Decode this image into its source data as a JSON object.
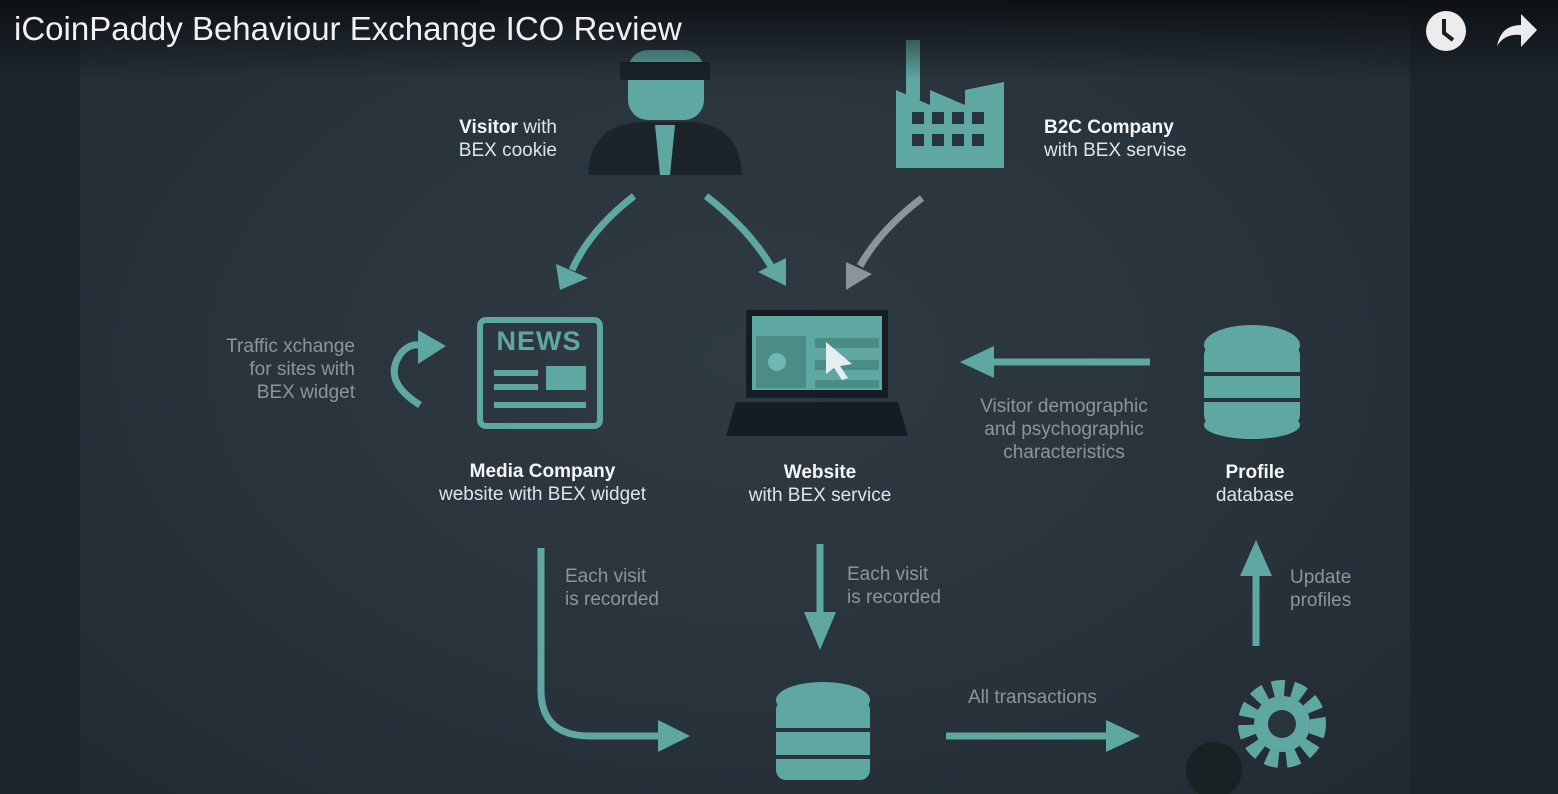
{
  "video": {
    "title": "iCoinPaddy Behaviour Exchange ICO Review",
    "watch_later_icon": "clock-icon",
    "share_icon": "share-arrow-icon"
  },
  "colors": {
    "teal": "#5fa8a2",
    "background": "#2b353e"
  },
  "diagram": {
    "visitor": {
      "bold": "Visitor",
      "rest": " with",
      "line2": "BEX cookie"
    },
    "b2c": {
      "line1": "B2C Company",
      "line2": "with BEX servise"
    },
    "traffic": {
      "line1": "Traffic xchange",
      "line2": "for sites with",
      "line3": "BEX widget"
    },
    "news_label": "NEWS",
    "media": {
      "line1": "Media Company",
      "line2": "website with BEX widget"
    },
    "website": {
      "line1": "Website",
      "line2": "with BEX service"
    },
    "demographic": {
      "line1": "Visitor demographic",
      "line2": "and psychographic",
      "line3": "characteristics"
    },
    "profile": {
      "line1": "Profile",
      "line2": "database"
    },
    "each_visit_left": {
      "line1": "Each visit",
      "line2": "is recorded"
    },
    "each_visit_mid": {
      "line1": "Each visit",
      "line2": "is recorded"
    },
    "update": {
      "line1": "Update",
      "line2": "profiles"
    },
    "transactions": "All transactions"
  }
}
